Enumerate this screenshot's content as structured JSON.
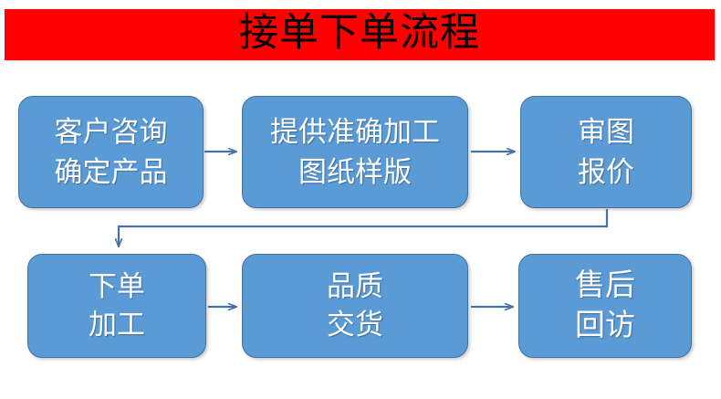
{
  "banner": {
    "title": "接单下单流程",
    "background_color": "#FE0000",
    "text_color": "#000000"
  },
  "theme": {
    "node_fill": "#5B9BD5",
    "node_border": "#41719C",
    "node_text": "#FFFFFF",
    "arrow_color": "#4472A8",
    "page_background": "#FFFFFF"
  },
  "diagram": {
    "type": "flowchart",
    "direction": "left-to-right, two rows, serpentine",
    "nodes": [
      {
        "id": "n1",
        "row": 1,
        "order": 1,
        "lines": [
          "客户咨询",
          "确定产品"
        ]
      },
      {
        "id": "n2",
        "row": 1,
        "order": 2,
        "lines": [
          "提供准确加工",
          "图纸样版"
        ]
      },
      {
        "id": "n3",
        "row": 1,
        "order": 3,
        "lines": [
          "审图",
          "报价"
        ]
      },
      {
        "id": "n4",
        "row": 2,
        "order": 4,
        "lines": [
          "下单",
          "加工"
        ]
      },
      {
        "id": "n5",
        "row": 2,
        "order": 5,
        "lines": [
          "品质",
          "交货"
        ]
      },
      {
        "id": "n6",
        "row": 2,
        "order": 6,
        "lines": [
          "售后",
          "回访"
        ]
      }
    ],
    "connectors": [
      {
        "id": "a1",
        "from": "n1",
        "to": "n2",
        "shape": "straight-horizontal"
      },
      {
        "id": "a2",
        "from": "n2",
        "to": "n3",
        "shape": "straight-horizontal"
      },
      {
        "id": "a3",
        "from": "n3",
        "to": "n4",
        "shape": "elbow-down-left-down"
      },
      {
        "id": "a4",
        "from": "n4",
        "to": "n5",
        "shape": "straight-horizontal"
      },
      {
        "id": "a5",
        "from": "n5",
        "to": "n6",
        "shape": "straight-horizontal"
      }
    ]
  }
}
